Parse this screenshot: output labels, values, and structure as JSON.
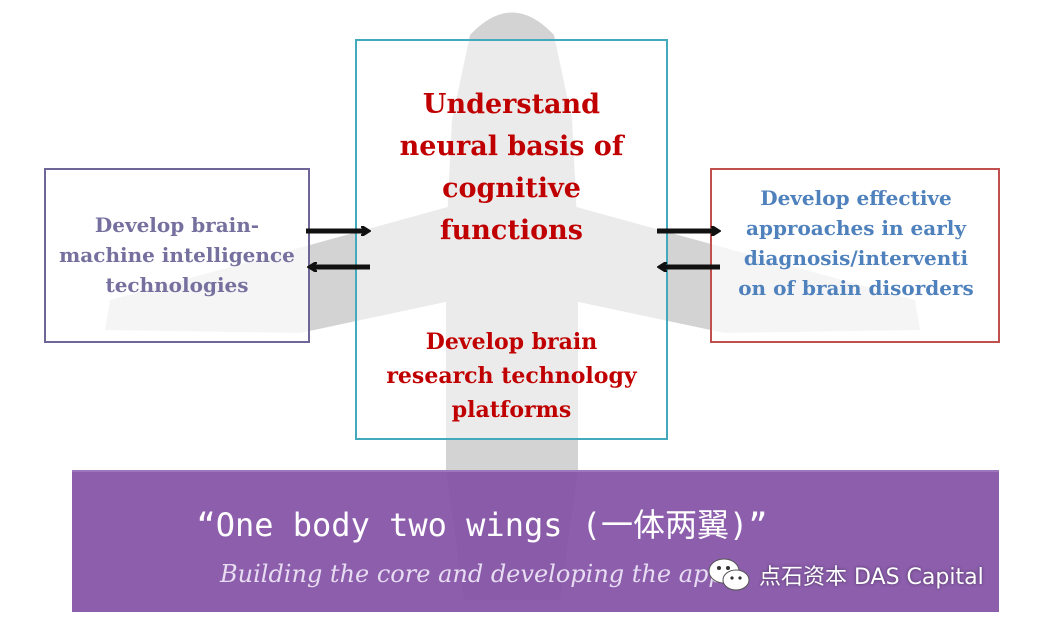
{
  "diagram": {
    "center_top": [
      "Understand",
      "neural basis of",
      "cognitive",
      "functions"
    ],
    "center_bottom": [
      "Develop brain",
      "research technology",
      "platforms"
    ],
    "left_box": [
      "Develop brain-",
      "machine intelligence",
      "technologies"
    ],
    "right_box": [
      "Develop effective",
      "approaches in early",
      "diagnosis/interventi",
      "on of brain disorders"
    ]
  },
  "banner": {
    "title": "“One body two wings (一体两翼)”",
    "subtitle": "Building the core and developing the app"
  },
  "watermark": {
    "text": "点石资本 DAS Capital",
    "icon": "wechat-icon"
  },
  "colors": {
    "center_text": "#c00000",
    "left_text": "#76709f",
    "right_text": "#4f81bd",
    "banner_bg": "#8250a5",
    "plane": "#d0d0d0"
  }
}
